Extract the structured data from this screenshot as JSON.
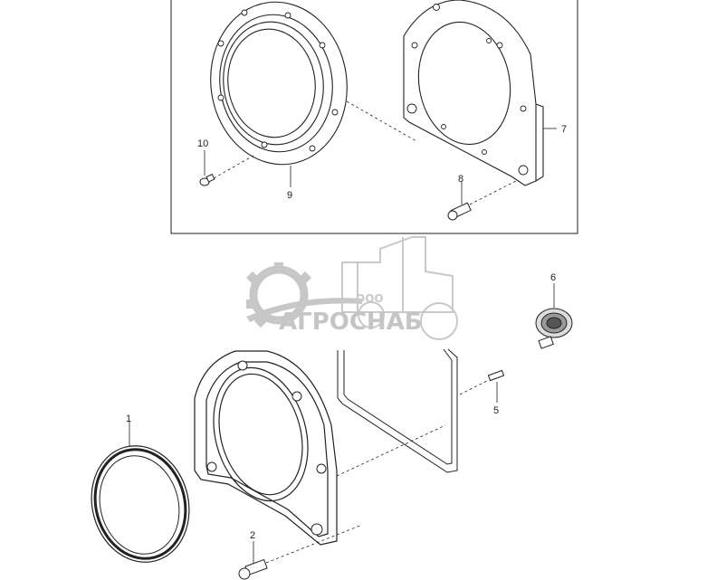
{
  "callouts": {
    "c1": "1",
    "c2": "2",
    "c5": "5",
    "c6": "6",
    "c7": "7",
    "c8": "8",
    "c9": "9",
    "c10": "10"
  },
  "watermark": {
    "prefix": "ООО",
    "name": "АГРОСНАБ"
  },
  "colors": {
    "line": "#222222",
    "watermark": "#bdbdbd",
    "background": "#ffffff"
  }
}
